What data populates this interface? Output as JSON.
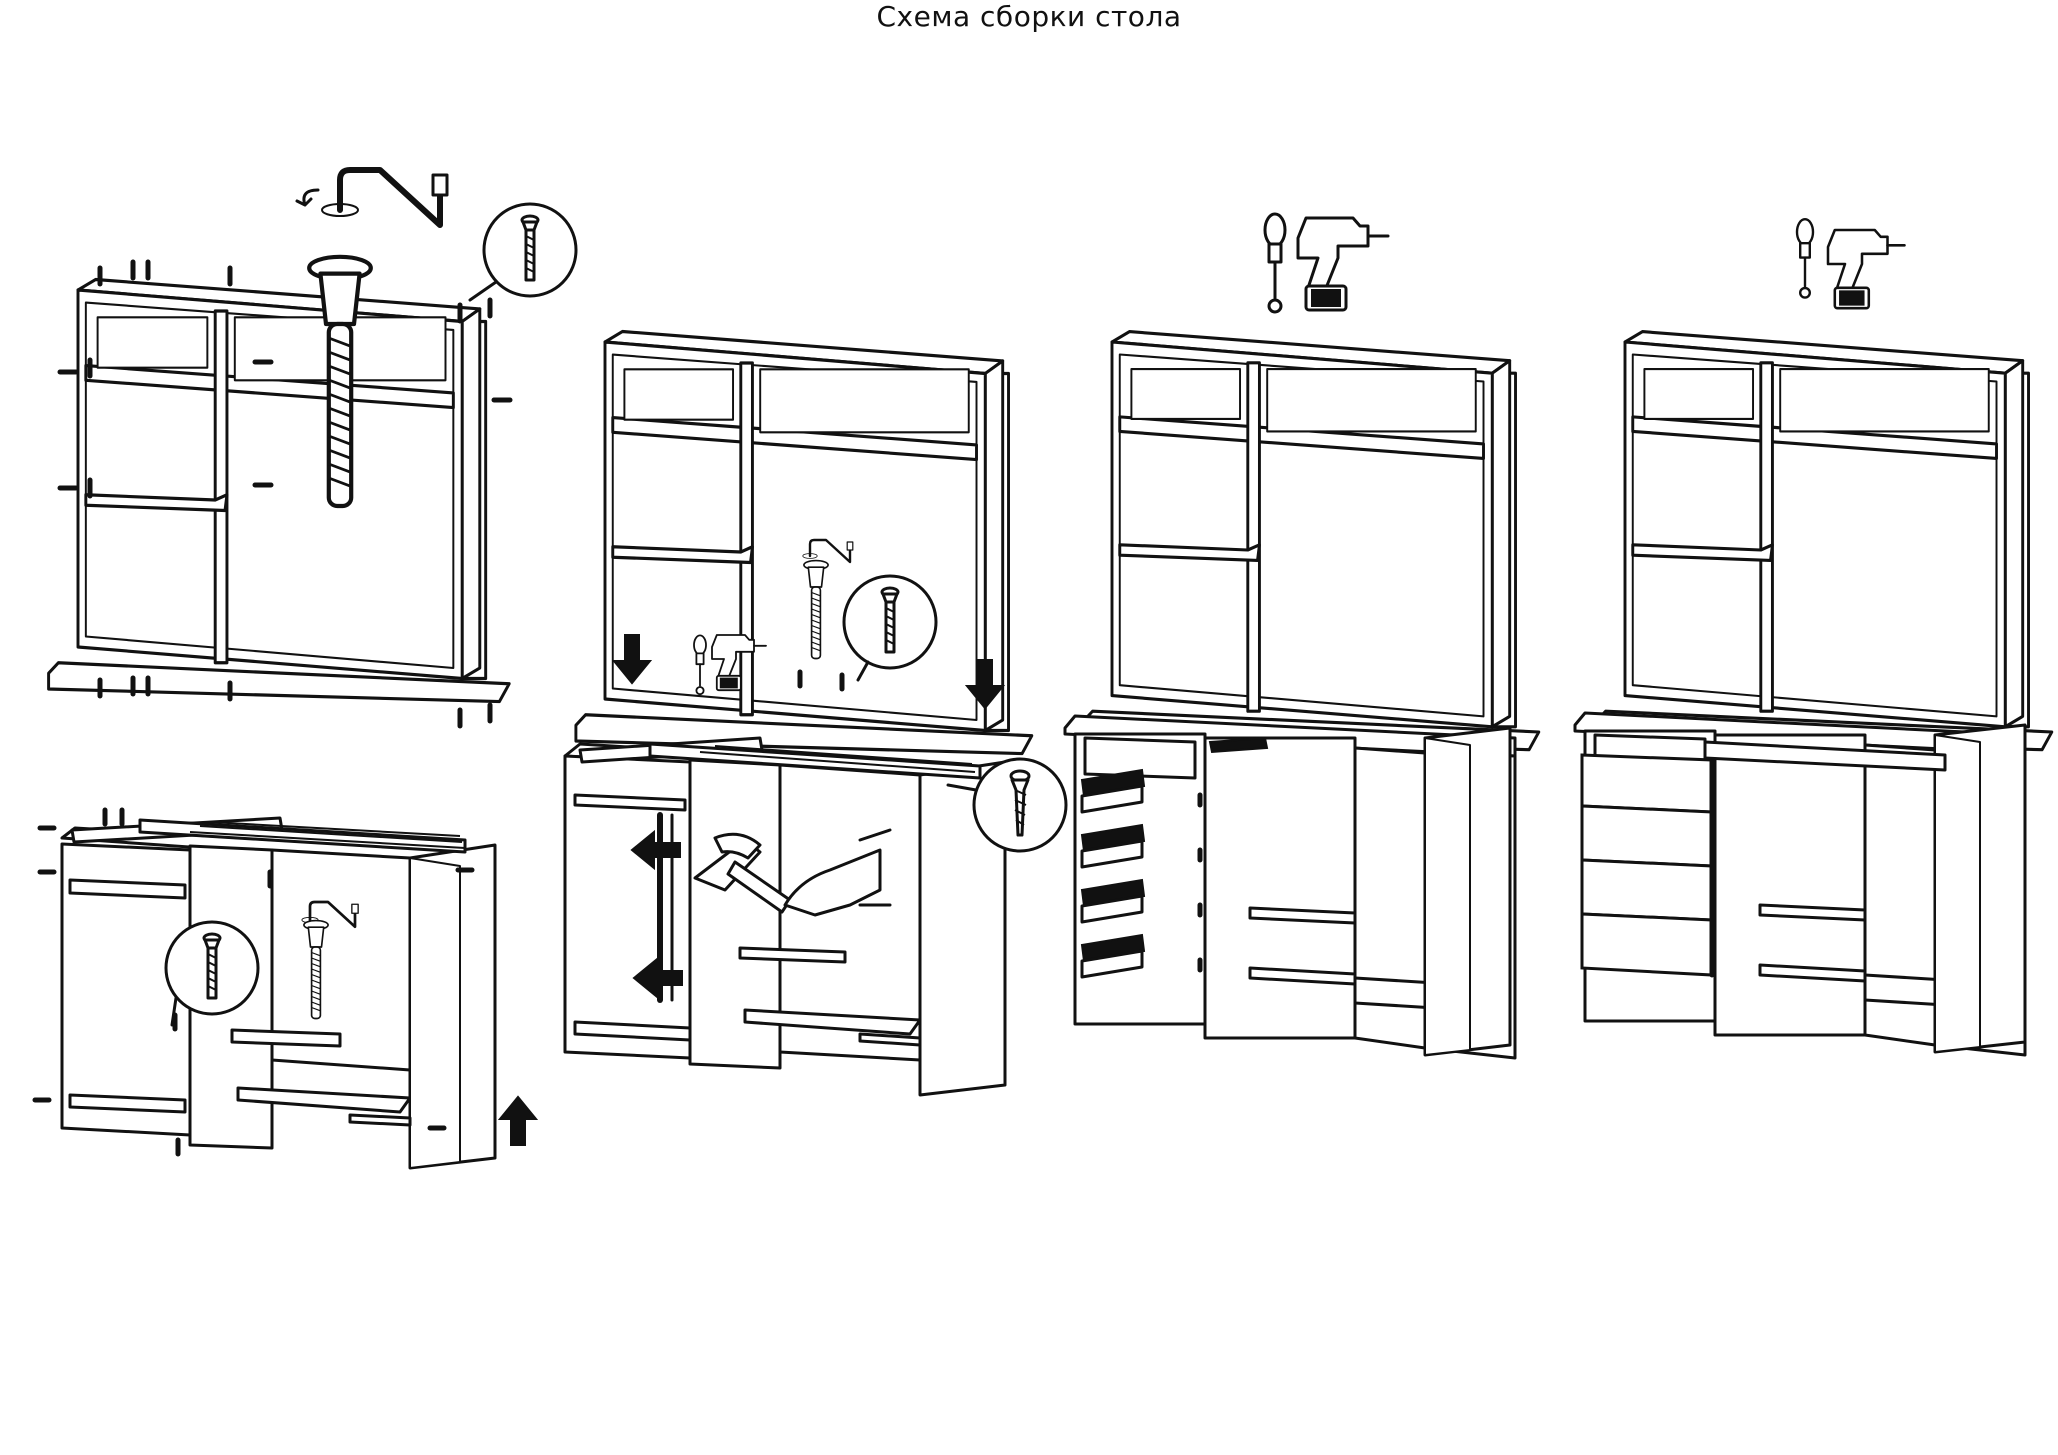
{
  "page": {
    "title": "Схема сборки стола"
  },
  "colors": {
    "line": "#111111",
    "background": "#ffffff"
  },
  "steps": [
    {
      "id": "hutch-assembly",
      "icons": [
        "allen-key-icon",
        "confirmat-screw-icon",
        "screw-detail-icon"
      ]
    },
    {
      "id": "base-assembly",
      "icons": [
        "screw-detail-icon",
        "allen-key-icon",
        "confirmat-screw-icon",
        "arrow-up-icon"
      ]
    },
    {
      "id": "join-hutch-base",
      "icons": [
        "arrow-down-icon",
        "screwdriver-icon",
        "drill-icon",
        "hammer-icon",
        "arrow-left-icon",
        "wood-screw-icon"
      ]
    },
    {
      "id": "install-drawer-slides",
      "icons": [
        "screwdriver-icon",
        "drill-icon"
      ]
    },
    {
      "id": "install-drawers",
      "icons": [
        "screwdriver-icon",
        "drill-icon"
      ],
      "drawer_count": 4
    }
  ]
}
